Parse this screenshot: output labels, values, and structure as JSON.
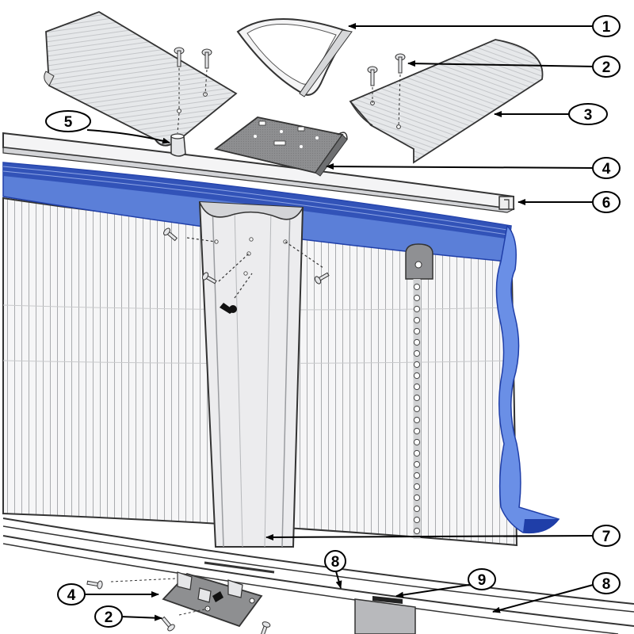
{
  "diagram": {
    "callouts": [
      {
        "id": "c1",
        "label": "1"
      },
      {
        "id": "c2",
        "label": "2"
      },
      {
        "id": "c3",
        "label": "3"
      },
      {
        "id": "c4",
        "label": "4"
      },
      {
        "id": "c5",
        "label": "5"
      },
      {
        "id": "c6",
        "label": "6"
      },
      {
        "id": "c7",
        "label": "7"
      },
      {
        "id": "c8",
        "label": "8"
      },
      {
        "id": "c9",
        "label": "9"
      },
      {
        "id": "c8b",
        "label": "8"
      },
      {
        "id": "c4b",
        "label": "4"
      },
      {
        "id": "c2b",
        "label": "2"
      }
    ],
    "colors": {
      "liner": "#5b7fd8",
      "liner_dark": "#1f3ea8",
      "metal": "#e9eaec",
      "metal_line": "#9a9ca0",
      "plate": "#8a8b8d",
      "outline": "#333333"
    }
  }
}
